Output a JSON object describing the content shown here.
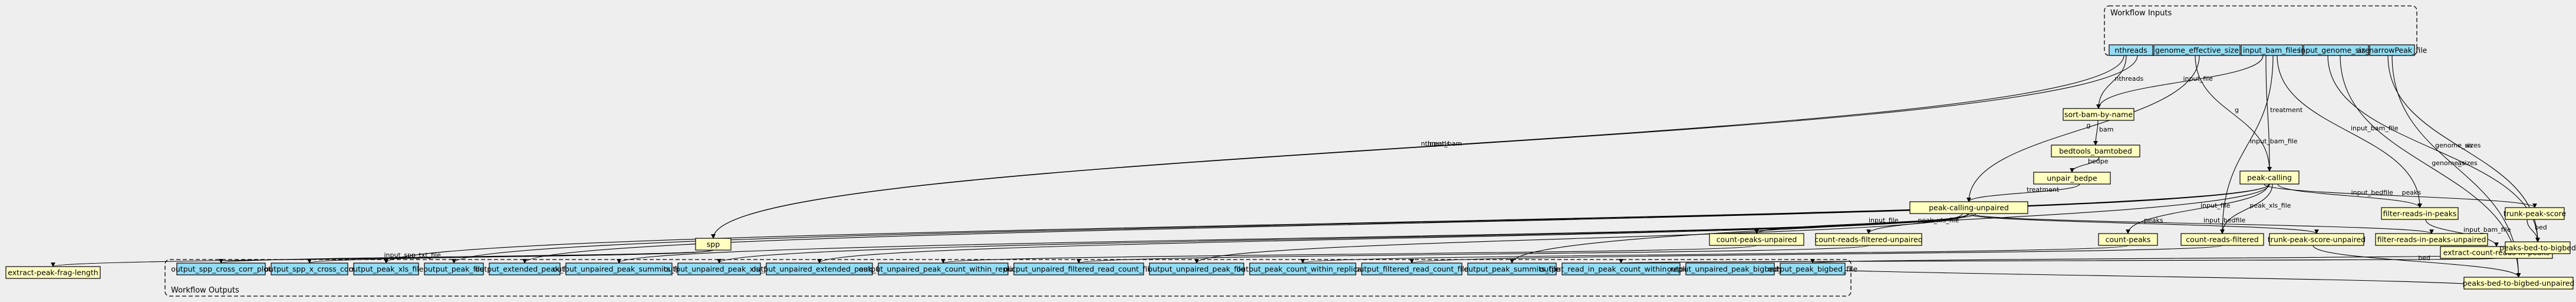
{
  "clusters": {
    "inputs": "Workflow Inputs",
    "outputs": "Workflow Outputs"
  },
  "inputs": [
    {
      "id": "nthreads",
      "label": "nthreads"
    },
    {
      "id": "genome_effective_size",
      "label": "genome_effective_size"
    },
    {
      "id": "input_bam_files",
      "label": "input_bam_files"
    },
    {
      "id": "input_genome_sizes",
      "label": "input_genome_sizes"
    },
    {
      "id": "as_narrowPeak_file",
      "label": "as_narrowPeak_file"
    }
  ],
  "steps": [
    {
      "id": "sort",
      "label": "sort-bam-by-name"
    },
    {
      "id": "bamtobed",
      "label": "bedtools_bamtobed"
    },
    {
      "id": "unpair",
      "label": "unpair_bedpe"
    },
    {
      "id": "peakcall",
      "label": "peak-calling"
    },
    {
      "id": "peakcallunp",
      "label": "peak-calling-unpaired"
    },
    {
      "id": "spp",
      "label": "spp"
    },
    {
      "id": "extractfrag",
      "label": "extract-peak-frag-length"
    },
    {
      "id": "cpu",
      "label": "count-peaks-unpaired"
    },
    {
      "id": "crfu",
      "label": "count-reads-filtered-unpaired"
    },
    {
      "id": "cp",
      "label": "count-peaks"
    },
    {
      "id": "crf",
      "label": "count-reads-filtered"
    },
    {
      "id": "tpsu",
      "label": "trunk-peak-score-unpaired"
    },
    {
      "id": "friu",
      "label": "filter-reads-in-peaks-unpaired"
    },
    {
      "id": "frip",
      "label": "filter-reads-in-peaks"
    },
    {
      "id": "ecrp",
      "label": "extract-count-reads-in-peaks"
    },
    {
      "id": "tps",
      "label": "trunk-peak-score"
    },
    {
      "id": "pbb",
      "label": "peaks-bed-to-bigbed"
    },
    {
      "id": "pbbu",
      "label": "peaks-bed-to-bigbed-unpaired"
    }
  ],
  "outputs": [
    {
      "id": "o1",
      "label": "output_spp_cross_corr_plot"
    },
    {
      "id": "o2",
      "label": "output_spp_x_cross_corr"
    },
    {
      "id": "o3",
      "label": "output_peak_xls_file"
    },
    {
      "id": "o4",
      "label": "output_peak_file"
    },
    {
      "id": "o5",
      "label": "output_extended_peak_file"
    },
    {
      "id": "o6",
      "label": "output_unpaired_peak_summits_file"
    },
    {
      "id": "o7",
      "label": "output_unpaired_peak_xls_file"
    },
    {
      "id": "o8",
      "label": "output_unpaired_extended_peak_file"
    },
    {
      "id": "o9",
      "label": "output_unpaired_peak_count_within_replicate"
    },
    {
      "id": "o10",
      "label": "output_unpaired_filtered_read_count_file"
    },
    {
      "id": "o11",
      "label": "output_unpaired_peak_file"
    },
    {
      "id": "o12",
      "label": "output_peak_count_within_replicate"
    },
    {
      "id": "o13",
      "label": "output_filtered_read_count_file"
    },
    {
      "id": "o14",
      "label": "output_peak_summits_file"
    },
    {
      "id": "o15",
      "label": "output_read_in_peak_count_within_replicate"
    },
    {
      "id": "o16",
      "label": "output_unpaired_peak_bigbed_file"
    },
    {
      "id": "o17",
      "label": "output_peak_bigbed_file"
    }
  ],
  "edges": [
    {
      "from": "input_bam_files",
      "to": "sort",
      "label": "input_file"
    },
    {
      "from": "nthreads",
      "to": "sort",
      "label": "nthreads"
    },
    {
      "from": "sort",
      "to": "bamtobed",
      "label": "bam"
    },
    {
      "from": "bamtobed",
      "to": "unpair",
      "label": "bedpe"
    },
    {
      "from": "unpair",
      "to": "peakcallunp",
      "label": "treatment"
    },
    {
      "from": "input_bam_files",
      "to": "peakcall",
      "label": "treatment"
    },
    {
      "from": "genome_effective_size",
      "to": "peakcall",
      "label": "g"
    },
    {
      "from": "genome_effective_size",
      "to": "peakcallunp",
      "label": "g"
    },
    {
      "from": "nthreads",
      "to": "spp",
      "label": "input_bam"
    },
    {
      "from": "nthreads",
      "to": "spp",
      "label": "nthreads"
    },
    {
      "from": "spp",
      "to": "extractfrag",
      "label": "input_spp_txt_file"
    },
    {
      "from": "input_bam_files",
      "to": "crf",
      "label": "input_bam_file"
    },
    {
      "from": "input_bam_files",
      "to": "frip",
      "label": "input_bam_file"
    },
    {
      "from": "input_genome_sizes",
      "to": "pbb",
      "label": "genome_sizes"
    },
    {
      "from": "as_narrowPeak_file",
      "to": "pbb",
      "label": "as"
    },
    {
      "from": "as_narrowPeak_file",
      "to": "pbbu",
      "label": "as"
    },
    {
      "from": "input_genome_sizes",
      "to": "pbbu",
      "label": "genome_sizes"
    },
    {
      "from": "peakcall",
      "to": "frip",
      "label": "input_bedfile"
    },
    {
      "from": "peakcall",
      "to": "tps",
      "label": "peaks"
    },
    {
      "from": "peakcall",
      "to": "cp",
      "label": "input_file"
    },
    {
      "from": "peakcall",
      "to": "crf",
      "label": "peak_xls_file"
    },
    {
      "from": "peakcallunp",
      "to": "cpu",
      "label": "input_file"
    },
    {
      "from": "peakcallunp",
      "to": "crfu",
      "label": "peak_xls_file"
    },
    {
      "from": "peakcallunp",
      "to": "tpsu",
      "label": "peaks"
    },
    {
      "from": "peakcallunp",
      "to": "friu",
      "label": "input_bedfile"
    },
    {
      "from": "frip",
      "to": "ecrp",
      "label": "input_bam_file"
    },
    {
      "from": "tps",
      "to": "pbb",
      "label": "bed"
    },
    {
      "from": "tpsu",
      "to": "pbbu",
      "label": "bed"
    }
  ]
}
